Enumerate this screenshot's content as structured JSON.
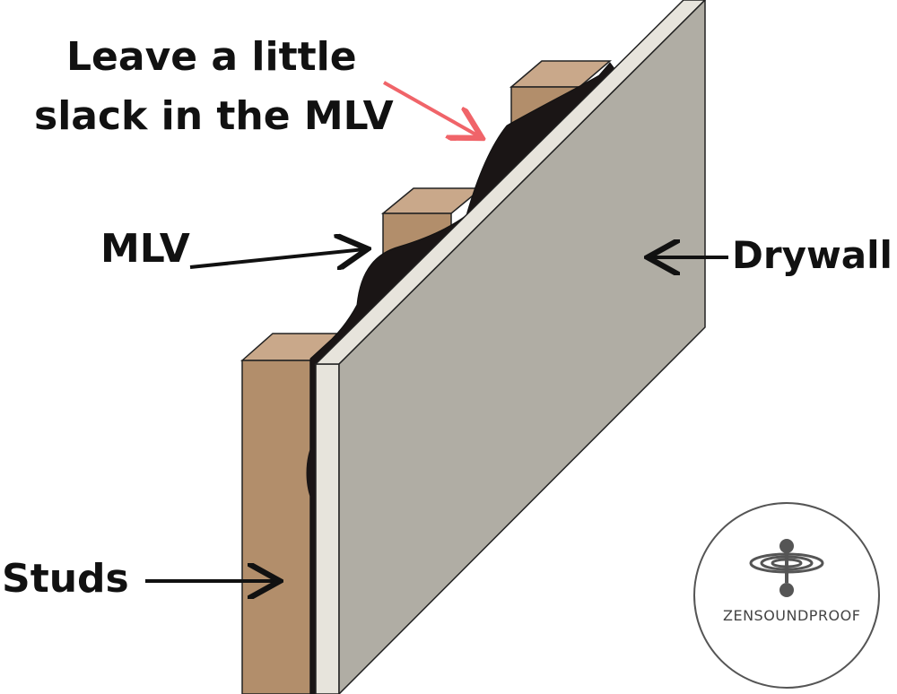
{
  "labels": {
    "slack_line1": "Leave a little",
    "slack_line2": "slack in the MLV",
    "mlv": "MLV",
    "drywall": "Drywall",
    "studs": "Studs"
  },
  "logo": {
    "brand": "ZENSOUNDPROOF",
    "icon": "water-drop-ripple-icon"
  },
  "colors": {
    "stud_front": "#b28e6b",
    "stud_top": "#c9a88a",
    "mlv": "#1a1515",
    "drywall_face": "#b0ada4",
    "drywall_edge": "#e7e4dc",
    "callout_arrow": "#f06469",
    "arrow": "#111111"
  }
}
